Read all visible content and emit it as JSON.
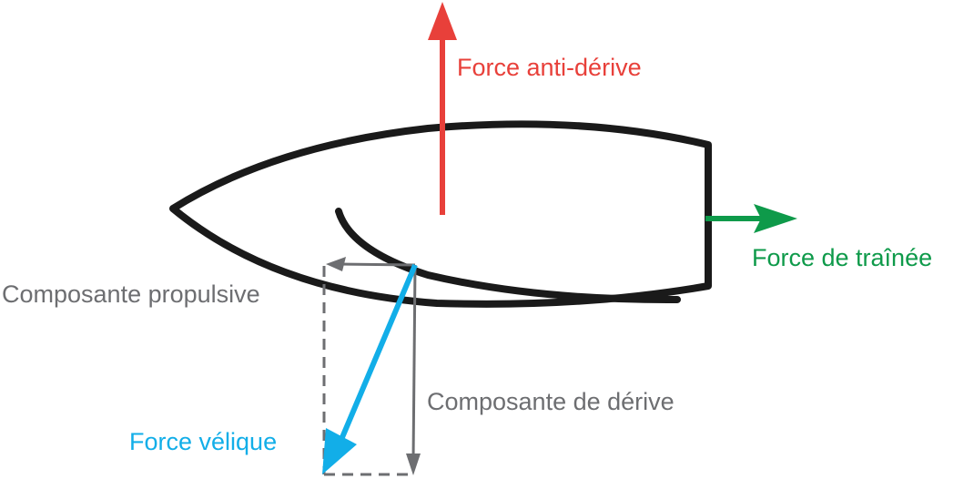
{
  "labels": {
    "anti_drift": "Force anti-dérive",
    "drag": "Force de traînée",
    "propulsive": "Composante propulsive",
    "drift_component": "Composante de dérive",
    "sail_force": "Force vélique"
  },
  "colors": {
    "hull": "#1a1a1a",
    "anti_drift": "#e8403a",
    "drag": "#0e9a4a",
    "sail_force": "#12aee8",
    "components": "#6d6e71"
  }
}
